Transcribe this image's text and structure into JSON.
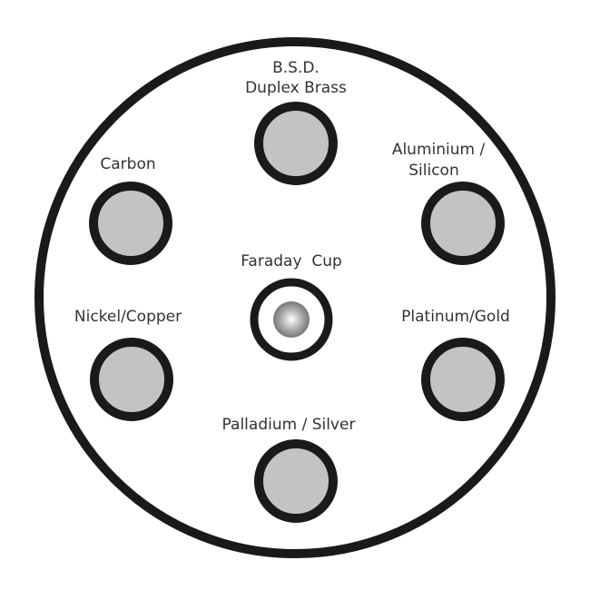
{
  "title": "Sample holder target layout",
  "targets": [
    {
      "id": "bsd",
      "label_lines": [
        "B.S.D.",
        "Duplex Brass"
      ]
    },
    {
      "id": "carbon",
      "label_lines": [
        "Carbon"
      ]
    },
    {
      "id": "aluminium",
      "label_lines": [
        "Aluminium /",
        "Silicon"
      ]
    },
    {
      "id": "nickel",
      "label_lines": [
        "Nickel/Copper"
      ]
    },
    {
      "id": "platinum",
      "label_lines": [
        "Platinum/Gold"
      ]
    },
    {
      "id": "palladium",
      "label_lines": [
        "Palladium / Silver"
      ]
    }
  ],
  "faraday_cup": {
    "label": "Faraday  Cup"
  },
  "colors": {
    "ring": "#1a1a1a",
    "target_fill": "#c3c3c3",
    "text": "#333333"
  }
}
